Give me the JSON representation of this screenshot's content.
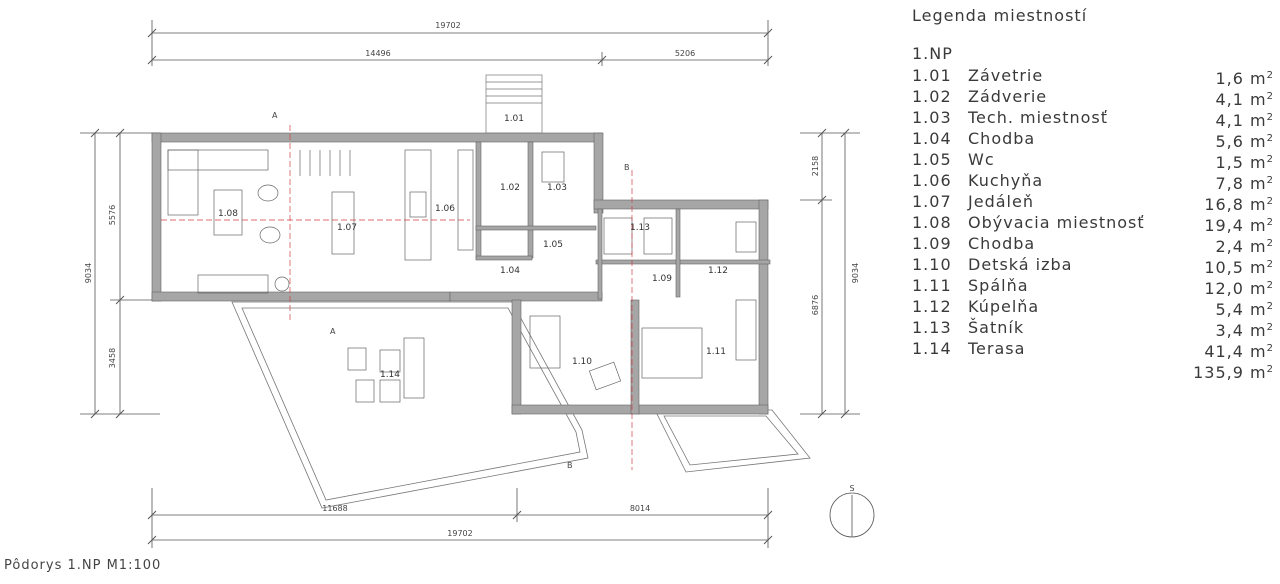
{
  "legend": {
    "title": "Legenda miestností",
    "floor": "1.NP",
    "rooms": [
      {
        "id": "1.01",
        "name": "Závetrie",
        "area": "1,6",
        "unit": "m",
        "exp": "2"
      },
      {
        "id": "1.02",
        "name": "Zádverie",
        "area": "4,1",
        "unit": "m",
        "exp": "2"
      },
      {
        "id": "1.03",
        "name": "Tech. miestnosť",
        "area": "4,1",
        "unit": "m",
        "exp": "2"
      },
      {
        "id": "1.04",
        "name": "Chodba",
        "area": "5,6",
        "unit": "m",
        "exp": "2"
      },
      {
        "id": "1.05",
        "name": "Wc",
        "area": "1,5",
        "unit": "m",
        "exp": "2"
      },
      {
        "id": "1.06",
        "name": "Kuchyňa",
        "area": "7,8",
        "unit": "m",
        "exp": "2"
      },
      {
        "id": "1.07",
        "name": "Jedáleň",
        "area": "16,8",
        "unit": "m",
        "exp": "2"
      },
      {
        "id": "1.08",
        "name": "Obývacia miestnosť",
        "area": "19,4",
        "unit": "m",
        "exp": "2"
      },
      {
        "id": "1.09",
        "name": "Chodba",
        "area": "2,4",
        "unit": "m",
        "exp": "2"
      },
      {
        "id": "1.10",
        "name": "Detská izba",
        "area": "10,5",
        "unit": "m",
        "exp": "2"
      },
      {
        "id": "1.11",
        "name": "Spálňa",
        "area": "12,0",
        "unit": "m",
        "exp": "2"
      },
      {
        "id": "1.12",
        "name": "Kúpelňa",
        "area": "5,4",
        "unit": "m",
        "exp": "2"
      },
      {
        "id": "1.13",
        "name": "Šatník",
        "area": "3,4",
        "unit": "m",
        "exp": "2"
      },
      {
        "id": "1.14",
        "name": "Terasa",
        "area": "41,4",
        "unit": "m",
        "exp": "2"
      }
    ],
    "total": {
      "area": "135,9",
      "unit": "m",
      "exp": "2"
    }
  },
  "dimensions": {
    "top_total": "19702",
    "top_left": "14496",
    "top_right": "5206",
    "bottom_left": "11688",
    "bottom_right": "8014",
    "bottom_total": "19702",
    "left_total": "9034",
    "left_upper": "5576",
    "left_lower": "3458",
    "right_upper": "2158",
    "right_lower": "6876",
    "right_total": "9034"
  },
  "room_labels": {
    "r101": "1.01",
    "r102": "1.02",
    "r103": "1.03",
    "r104": "1.04",
    "r105": "1.05",
    "r106": "1.06",
    "r107": "1.07",
    "r108": "1.08",
    "r109": "1.09",
    "r110": "1.10",
    "r111": "1.11",
    "r112": "1.12",
    "r113": "1.13",
    "r114": "1.14"
  },
  "section_marks": {
    "a": "A",
    "b": "B"
  },
  "north": "S",
  "caption": "Pôdorys 1.NP M1:100",
  "colors": {
    "wall": "#a6a6a6",
    "line": "#555555",
    "section": "#d04040"
  }
}
